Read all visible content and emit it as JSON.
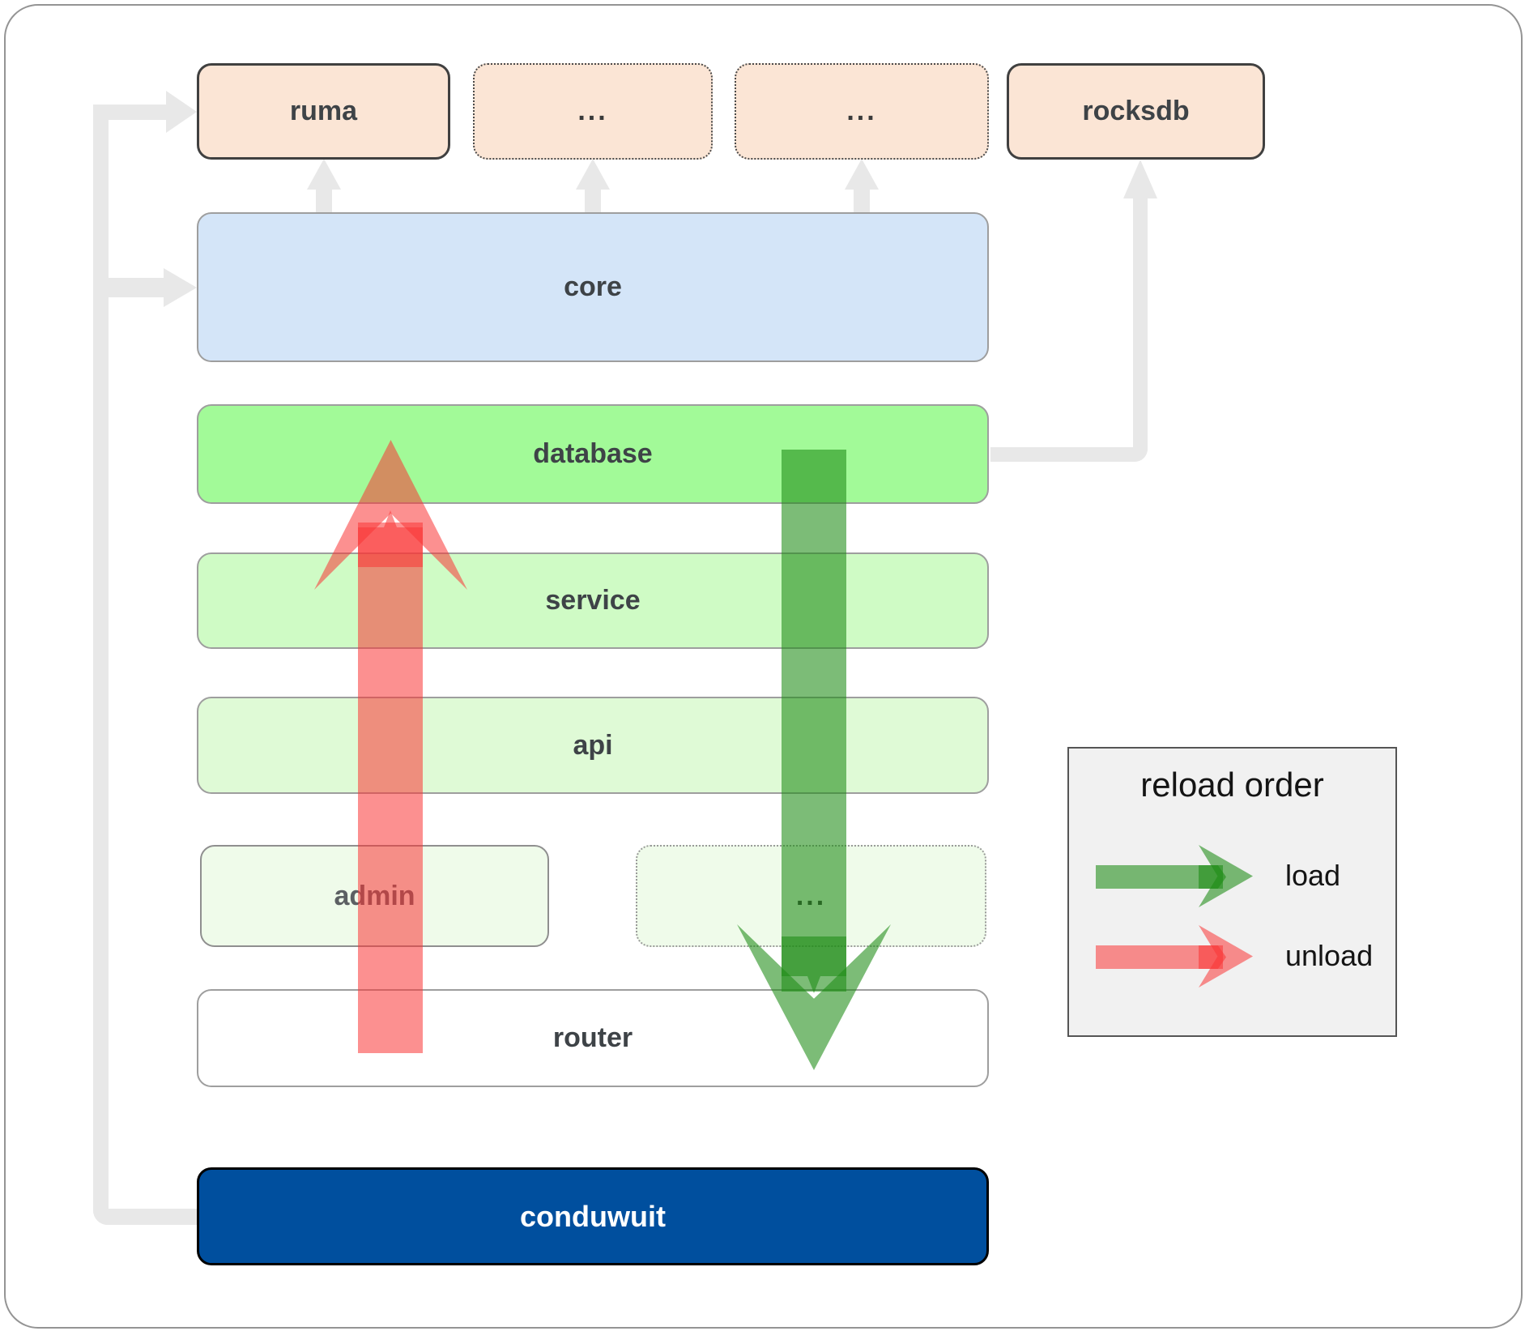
{
  "boxes": {
    "ruma": "ruma",
    "dots1": "...",
    "dots2": "...",
    "rocksdb": "rocksdb",
    "core": "core",
    "database": "database",
    "service": "service",
    "api": "api",
    "admin": "admin",
    "dots3": "...",
    "router": "router",
    "conduwuit": "conduwuit"
  },
  "legend": {
    "title": "reload order",
    "load": "load",
    "unload": "unload"
  },
  "colors": {
    "load_arrow": "#1e8c14",
    "unload_arrow": "#fa3434",
    "connector": "#e8e8e8",
    "conduwuit_fill": "#004f9e",
    "database_fill": "#a2fa98",
    "core_fill": "#d4e5f8",
    "dependency_fill": "#fbe5d5"
  }
}
